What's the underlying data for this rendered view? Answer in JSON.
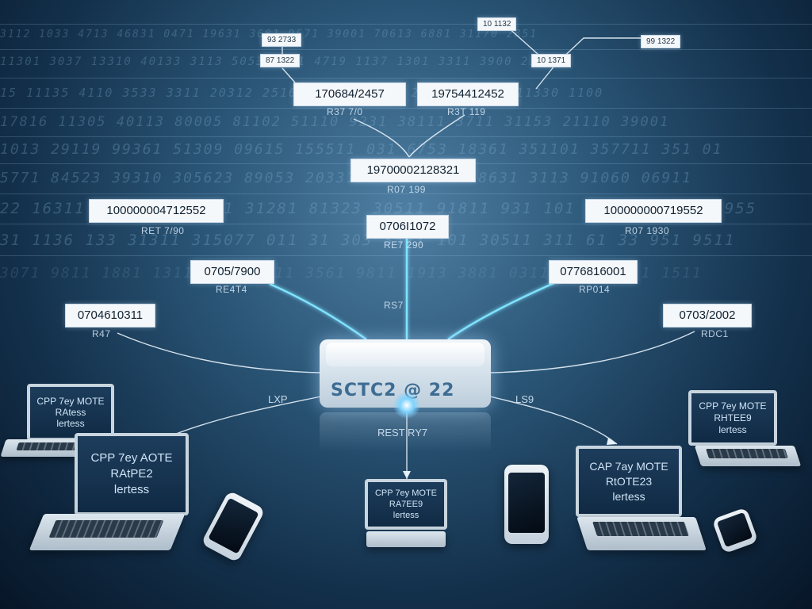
{
  "background_rows": [
    "3112 1033 4713 46831 0471 19631 3681 9571 39001 70613 6881 31170 2851",
    "11301 3037 13310 40133 3113 5053 2011 4719 1137 1301 3311 3900 2191",
    "15 11135 4110 3533 3311 20312 2510 40303 99001 21601 00361 11330 1100",
    "17816 11305 40113 80005 81102 51110 9231 38111 3711 31153 21110 39001",
    "1013 29119 99361 51309 09615 155511 031 6753 18361 351101 357711 351 01",
    "5771 84523 39310 305623 89053 20331 9010 11001 8631 3113 91060 06911",
    "22 16311 211 01 101711 31281 81323 30511 91811 931 101 18811 91101 1955",
    "31 1136 133 31311 315077 011 31 303 3521 101 30511 311 61 33 951 9511",
    "3071 9811 1881 1311 3511 2311 3561 9811 1913 3881 0311 3811 3111 1511"
  ],
  "labels": {
    "top_small_1": "93 2733",
    "top_small_2": "87 1322",
    "top_small_3": "10 1132",
    "top_small_4": "10 1371",
    "top_small_5": "99 1322",
    "mid_left_top": "170684/2457",
    "mid_left_top_sub": "R37 7/0",
    "mid_right_top": "19754412452",
    "mid_right_top_sub": "R3T 119",
    "center_top": "19700002128321",
    "center_top_sub": "R07 199",
    "left_top": "100000004712552",
    "left_top_sub": "RET 7/90",
    "right_top": "100000000719552",
    "right_top_sub": "R07 1930",
    "center_mid": "0706I1072",
    "center_mid_sub": "RE7 290",
    "left_mid": "0705/7900",
    "left_mid_sub": "RE4T4",
    "right_mid": "0776816001",
    "right_mid_sub": "RP014",
    "left_low": "0704610311",
    "left_low_sub": "R47",
    "right_low": "0703/2002",
    "right_low_sub": "RDC1",
    "center_link": "RS7"
  },
  "router": {
    "label": "SCTC2 @ 22",
    "sub": "REST RY7"
  },
  "link_labels": {
    "left": "LXP",
    "right": "LS9"
  },
  "devices": {
    "laptop_left_back": {
      "line1": "CPP 7ey MOTE",
      "line2": "RAtess",
      "line3": "lertess"
    },
    "laptop_left_front": {
      "line1": "CPP 7ey AOTE",
      "line2": "RAtPE2",
      "line3": "lertess"
    },
    "laptop_center": {
      "line1": "CPP 7ey MOTE",
      "line2": "RA7EE9",
      "line3": "lertess"
    },
    "laptop_right_front": {
      "line1": "CAP 7ay MOTE",
      "line2": "RtOTE23",
      "line3": "lertess"
    },
    "laptop_right_back": {
      "line1": "CPP 7ey MOTE",
      "line2": "RHTEE9",
      "line3": "lertess"
    }
  },
  "colors": {
    "link_cyan": "#7fe3ff",
    "link_white": "#e6f1fa",
    "label_bg": "#f5f8fb"
  }
}
